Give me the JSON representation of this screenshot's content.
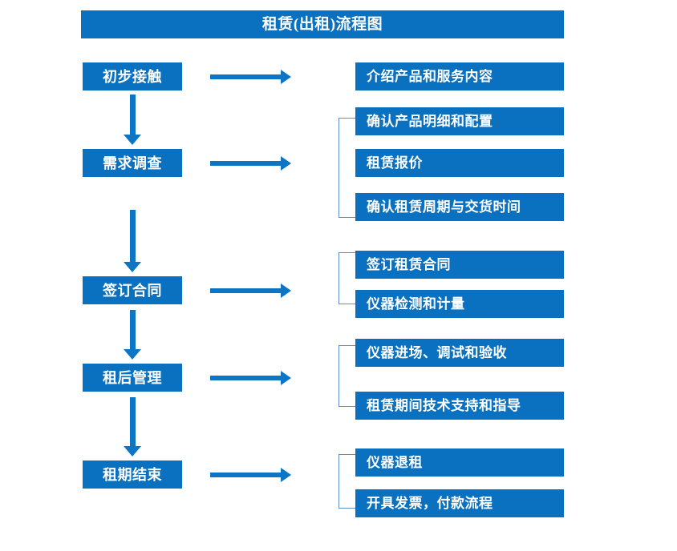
{
  "diagram": {
    "title": "租赁(出租)流程图",
    "accent_color": "#0A70C0",
    "arrow_color": "#0D76C4",
    "bracket_color": "#5B8FC9",
    "background_color": "#FFFFFF",
    "stages": [
      {
        "id": "stage-1",
        "label": "初步接触"
      },
      {
        "id": "stage-2",
        "label": "需求调查"
      },
      {
        "id": "stage-3",
        "label": "签订合同"
      },
      {
        "id": "stage-4",
        "label": "租后管理"
      },
      {
        "id": "stage-5",
        "label": "租期结束"
      }
    ],
    "details": [
      {
        "id": "detail-1-1",
        "label": "介绍产品和服务内容",
        "stage": "初步接触"
      },
      {
        "id": "detail-2-1",
        "label": "确认产品明细和配置",
        "stage": "需求调查"
      },
      {
        "id": "detail-2-2",
        "label": "租赁报价",
        "stage": "需求调查"
      },
      {
        "id": "detail-2-3",
        "label": "确认租赁周期与交货时间",
        "stage": "需求调查"
      },
      {
        "id": "detail-3-1",
        "label": "签订租赁合同",
        "stage": "签订合同"
      },
      {
        "id": "detail-3-2",
        "label": "仪器检测和计量",
        "stage": "签订合同"
      },
      {
        "id": "detail-4-1",
        "label": "仪器进场、调试和验收",
        "stage": "租后管理"
      },
      {
        "id": "detail-4-2",
        "label": "租赁期间技术支持和指导",
        "stage": "租后管理"
      },
      {
        "id": "detail-5-1",
        "label": "仪器退租",
        "stage": "租期结束"
      },
      {
        "id": "detail-5-2",
        "label": "开具发票，付款流程",
        "stage": "租期结束"
      }
    ],
    "flow_arrows": {
      "horizontal_count": 5,
      "vertical_count": 4
    },
    "brackets": {
      "count": 4,
      "groups": [
        "需求调查",
        "签订合同",
        "租后管理",
        "租期结束"
      ]
    }
  }
}
